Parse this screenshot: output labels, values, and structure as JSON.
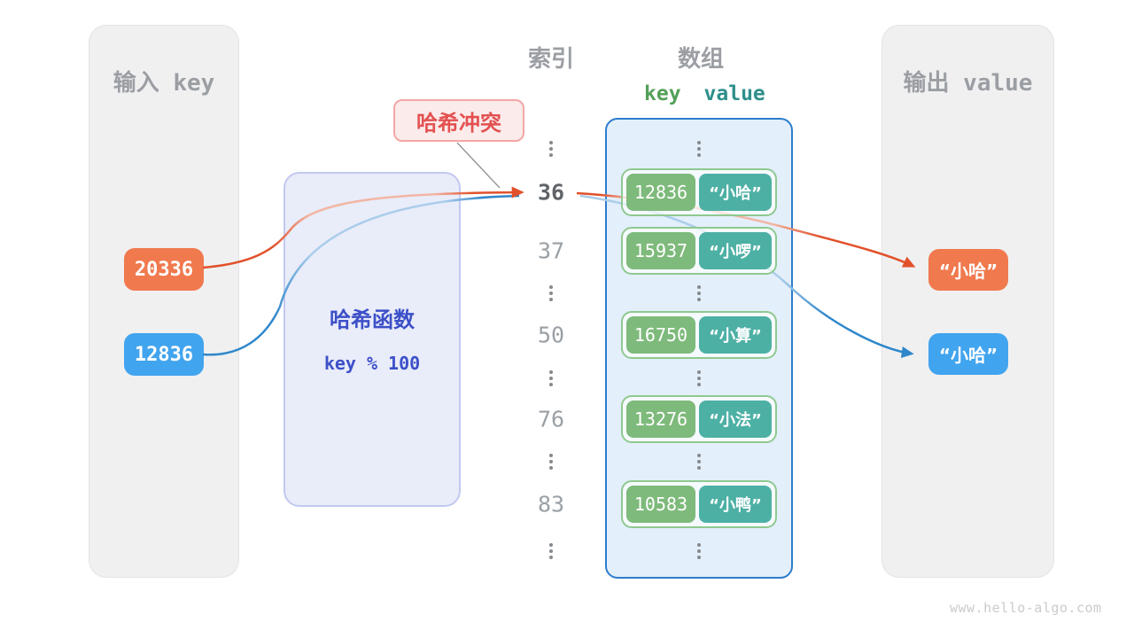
{
  "input_panel": {
    "title": "输入 key",
    "keys": [
      {
        "value": "20336",
        "color": "orange"
      },
      {
        "value": "12836",
        "color": "blue"
      }
    ]
  },
  "hash_box": {
    "title": "哈希函数",
    "formula": "key % 100"
  },
  "collision_label": {
    "text": "哈希冲突"
  },
  "index_column": {
    "title": "索引",
    "items": [
      {
        "type": "dots"
      },
      {
        "type": "index",
        "value": "36",
        "highlight": true
      },
      {
        "type": "index",
        "value": "37"
      },
      {
        "type": "dots"
      },
      {
        "type": "index",
        "value": "50"
      },
      {
        "type": "dots"
      },
      {
        "type": "index",
        "value": "76"
      },
      {
        "type": "dots"
      },
      {
        "type": "index",
        "value": "83"
      },
      {
        "type": "dots"
      }
    ]
  },
  "array_panel": {
    "title": "数组",
    "key_header": "key",
    "value_header": "value",
    "items": [
      {
        "type": "dots"
      },
      {
        "type": "pair",
        "key": "12836",
        "value": "“小哈”"
      },
      {
        "type": "pair",
        "key": "15937",
        "value": "“小啰”"
      },
      {
        "type": "dots"
      },
      {
        "type": "pair",
        "key": "16750",
        "value": "“小算”"
      },
      {
        "type": "dots"
      },
      {
        "type": "pair",
        "key": "13276",
        "value": "“小法”"
      },
      {
        "type": "dots"
      },
      {
        "type": "pair",
        "key": "10583",
        "value": "“小鸭”"
      },
      {
        "type": "dots"
      }
    ]
  },
  "output_panel": {
    "title": "输出 value",
    "values": [
      {
        "text": "“小哈”",
        "color": "orange"
      },
      {
        "text": "“小哈”",
        "color": "blue"
      }
    ]
  },
  "watermark": "www.hello-algo.com",
  "colors": {
    "panel_bg": "#f0f0f1",
    "panel_border": "#e3e3e5",
    "header_gray": "#9b9ea3",
    "orange": "#f0794e",
    "blue": "#41a4ee",
    "arrow_orange": "#e1512b",
    "arrow_orange_light": "#f2b6a3",
    "arrow_blue": "#2f87ca",
    "arrow_blue_light": "#aacdea",
    "hash_bg": "#e9ecf9",
    "hash_border": "#c2c9f0",
    "hash_text": "#3c50c8",
    "collision_bg": "#fcebeb",
    "collision_border": "#f3a6a6",
    "collision_text": "#e25150",
    "index_gray": "#9aa0a5",
    "index_dark": "#606468",
    "array_bg": "#e3effb",
    "array_border": "#2d7dcb",
    "pair_border": "#8fc98f",
    "key_green": "#7eba7b",
    "value_teal": "#4db0a5",
    "key_header_green": "#53a058",
    "value_header_teal": "#2e8f8b",
    "dots_gray": "#85898d",
    "gray_line": "#999999",
    "watermark": "#cbcbcb"
  }
}
